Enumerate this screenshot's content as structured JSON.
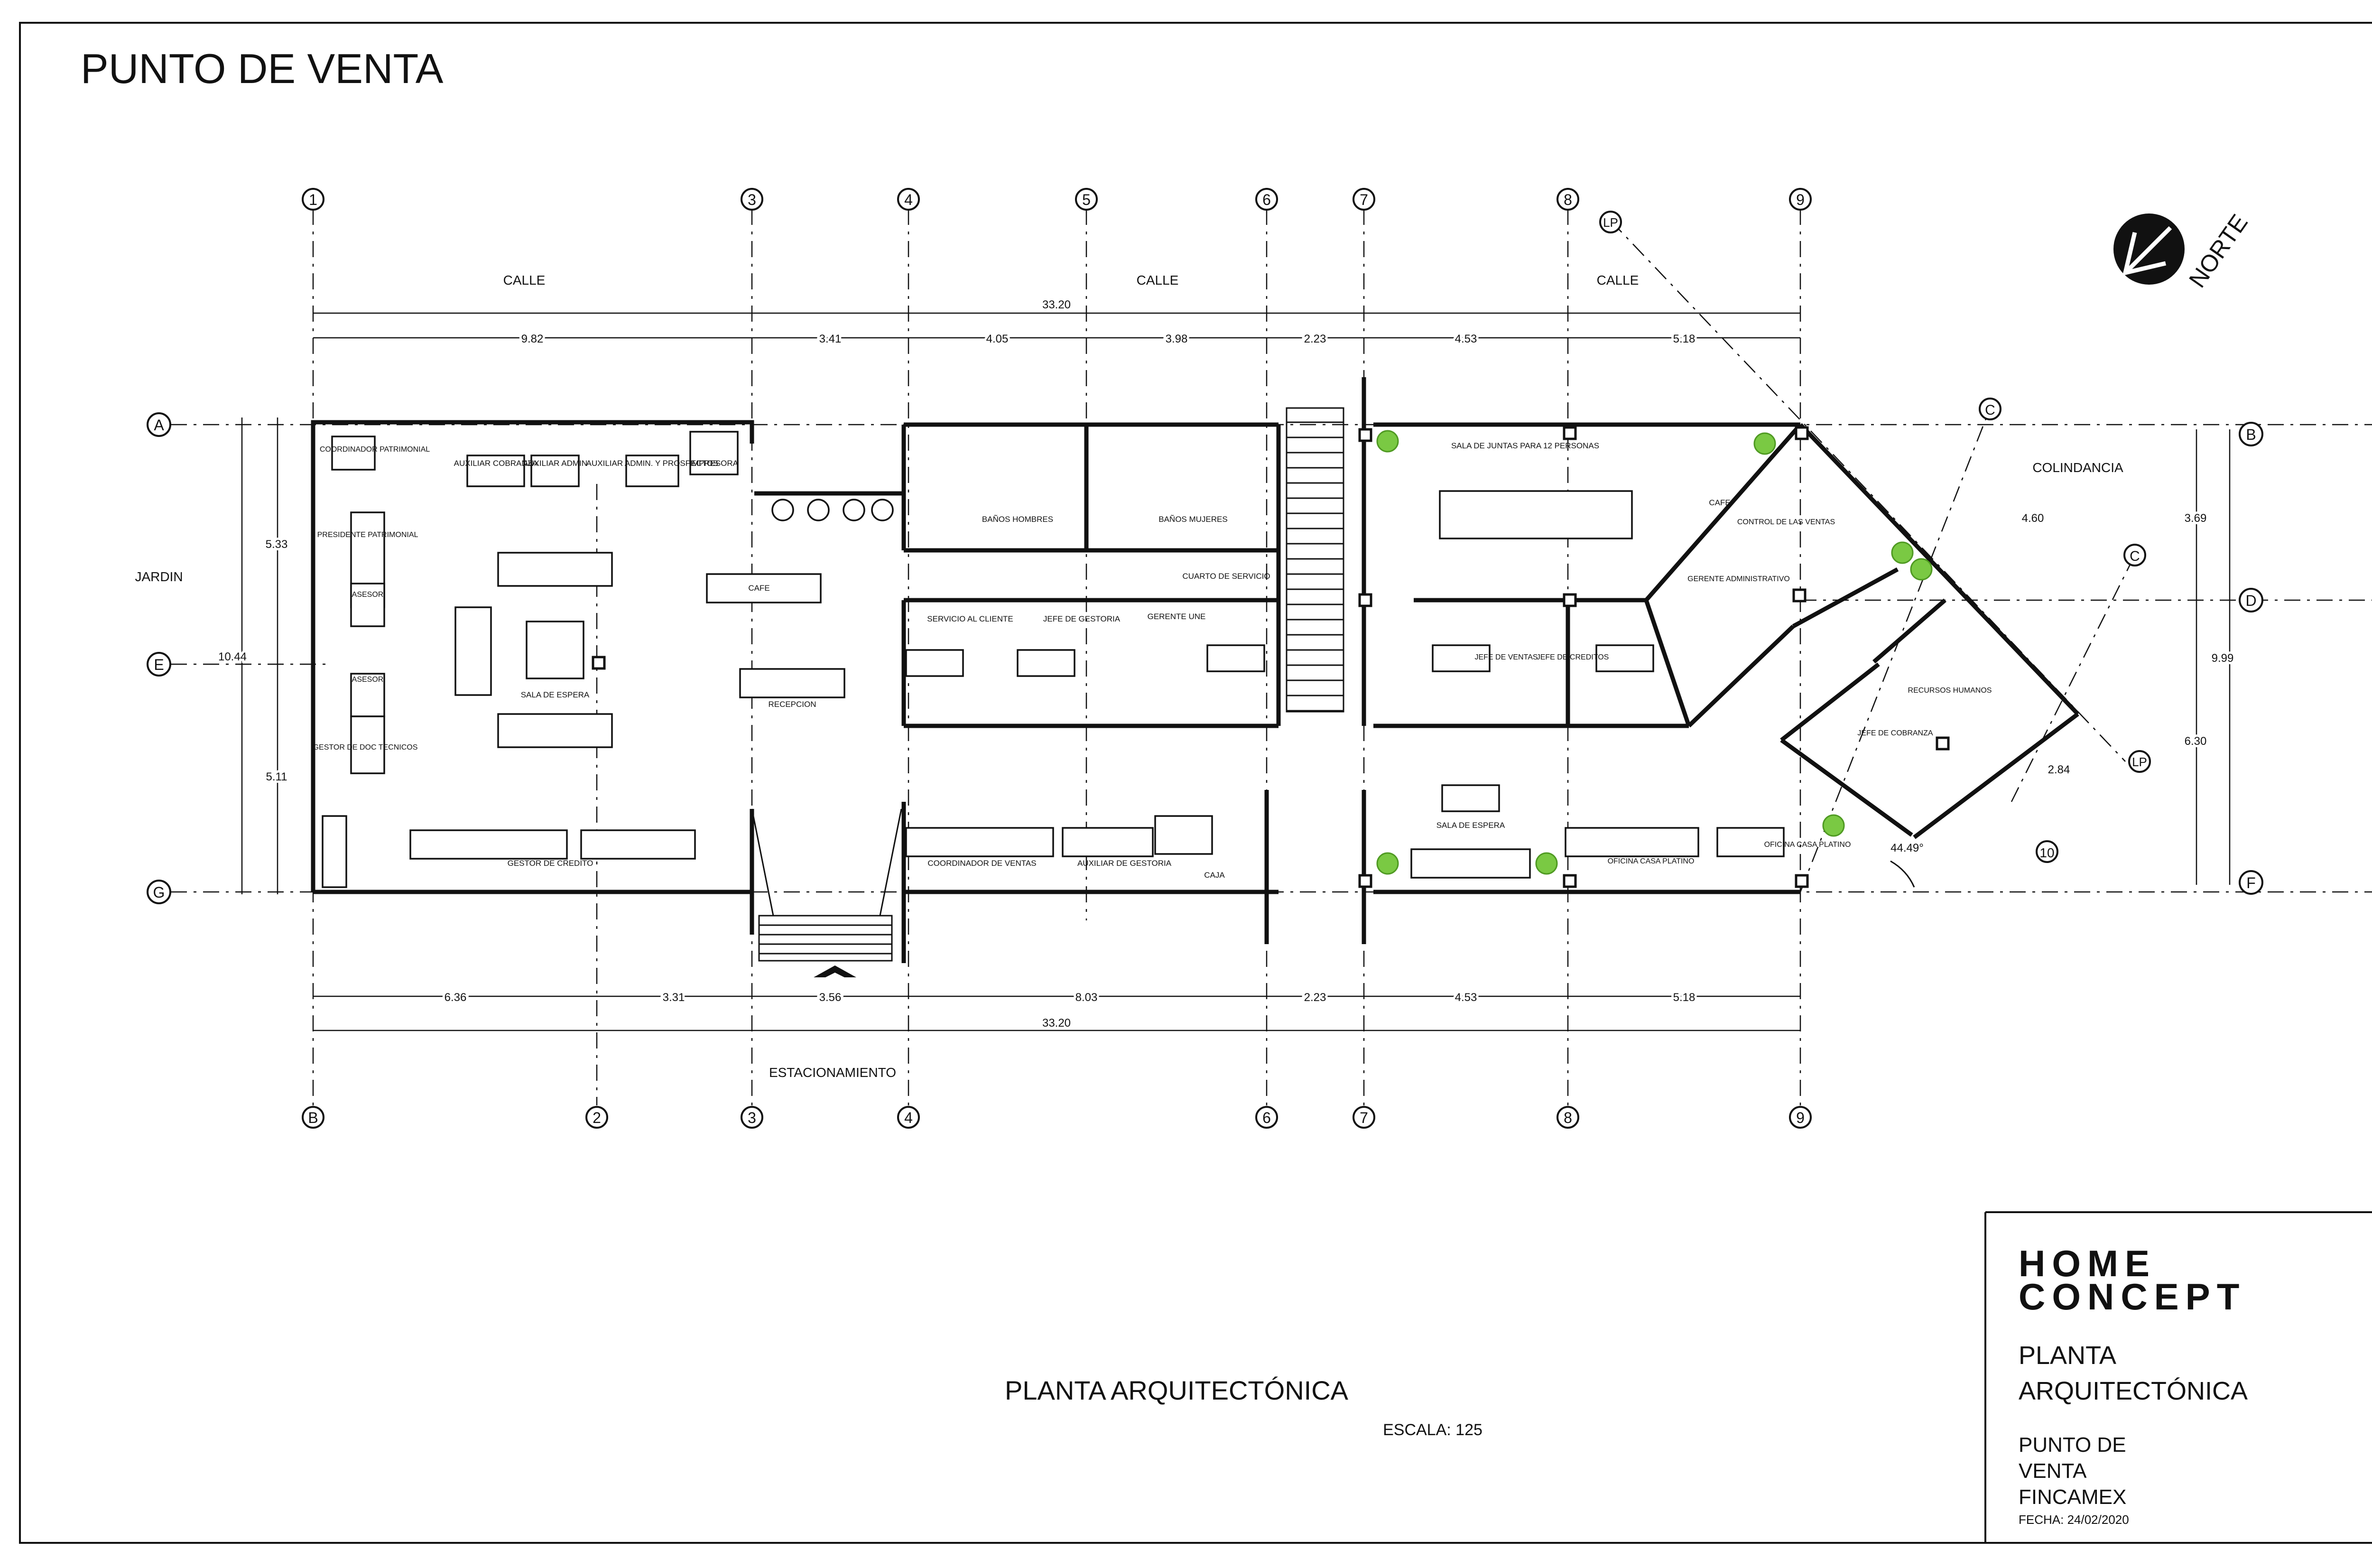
{
  "sheet": {
    "title": "PUNTO DE VENTA",
    "drawing_title": "PLANTA ARQUITECTÓNICA",
    "scale": "ESCALA: 125"
  },
  "north": {
    "label": "NORTE"
  },
  "context": {
    "street": "CALLE",
    "garden": "JARDIN",
    "parking": "ESTACIONAMIENTO",
    "boundary": "COLINDANCIA"
  },
  "grid": {
    "top": [
      "1",
      "3",
      "4",
      "5",
      "6",
      "7",
      "8",
      "9"
    ],
    "bottom": [
      "B",
      "2",
      "3",
      "4",
      "6",
      "7",
      "8",
      "9"
    ],
    "left": [
      "A",
      "E",
      "G"
    ],
    "right": [
      "B",
      "D",
      "F"
    ],
    "diagonal": [
      "LP",
      "C",
      "C",
      "LP",
      "10"
    ]
  },
  "dimensions": {
    "top_total": "33.20",
    "top": [
      "9.82",
      "3.41",
      "4.05",
      "3.98",
      "2.23",
      "4.53",
      "5.18"
    ],
    "bottom": [
      "6.36",
      "3.31",
      "3.56",
      "8.03",
      "2.23",
      "4.53",
      "5.18"
    ],
    "bottom_total": "33.20",
    "left_total": "10.44",
    "left": [
      "5.33",
      "5.11"
    ],
    "right_total": "9.99",
    "right": [
      "3.69",
      "6.30"
    ],
    "diag": [
      "4.60",
      "2.84"
    ],
    "angle": "44.49°"
  },
  "rooms": {
    "coordinador_patrimonial": "COORDINADOR PATRIMONIAL",
    "presidente_patrimonial": "PRESIDENTE PATRIMONIAL",
    "asesor_1": "ASESOR",
    "asesor_2": "ASESOR",
    "gestor_doc": "GESTOR DE DOC TECNICOS",
    "auxiliar_cobranza": "AUXILIAR COBRANZA",
    "auxiliar_admin": "AUXILIAR ADMIN",
    "auxiliar_admin_prospectos": "AUXILIAR ADMIN. Y PROSPECTOS",
    "impresora": "IMPRESORA",
    "sala_espera": "SALA DE ESPERA",
    "cafe": "CAFE",
    "recepcion": "RECEPCION",
    "gestor_credito": "GESTOR DE CREDITO",
    "banos_hombres": "BAÑOS HOMBRES",
    "banos_mujeres": "BAÑOS MUJERES",
    "cuarto_servicio": "CUARTO DE SERVICIO",
    "servicio_cliente": "SERVICIO AL CLIENTE",
    "jefe_gestoria": "JEFE DE GESTORIA",
    "gerente_une": "GERENTE UNE",
    "coordinador_ventas": "COORDINADOR DE VENTAS",
    "auxiliar_gestoria": "AUXILIAR DE GESTORIA",
    "caja": "CAJA",
    "sala_juntas": "SALA DE JUNTAS PARA 12 PERSONAS",
    "jefe_ventas": "JEFE DE VENTAS",
    "jefe_creditos": "JEFE DE CREDITOS",
    "sala_espera_2": "SALA DE ESPERA",
    "oficina_casa_platino": "OFICINA CASA PLATINO",
    "oficina_casa_platino_2": "OFICINA CASA PLATINO",
    "cafe_2": "CAFE",
    "control_ventas": "CONTROL DE LAS VENTAS",
    "gerente_admin": "GERENTE ADMINISTRATIVO",
    "recursos_humanos": "RECURSOS HUMANOS",
    "jefe_cobranza": "JEFE DE COBRANZA"
  },
  "title_block": {
    "logo_line1": "HOME",
    "logo_line2": "CONCEPT",
    "sheet_name": "PLANTA ARQUITECTÓNICA",
    "project_line1": "PUNTO DE",
    "project_line2": "VENTA",
    "project_line3": "FINCAMEX",
    "date": "FECHA: 24/02/2020"
  }
}
